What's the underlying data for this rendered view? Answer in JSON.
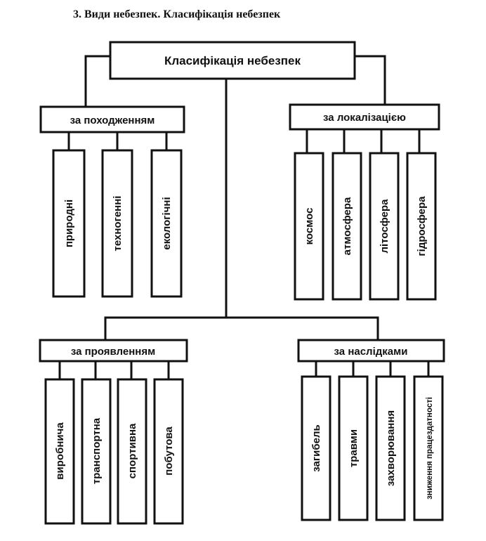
{
  "heading": "3. Види небезпек. Класифікація небезпек",
  "root": "Класифікація небезпек",
  "groups": [
    {
      "label": "за походженням",
      "items": [
        "природні",
        "техногенні",
        "екологічні"
      ]
    },
    {
      "label": "за локалізацією",
      "items": [
        "космос",
        "атмосфера",
        "літосфера",
        "гідросфера"
      ]
    },
    {
      "label": "за проявленням",
      "items": [
        "виробнича",
        "транспортна",
        "спортивна",
        "побутова"
      ]
    },
    {
      "label": "за наслідками",
      "items": [
        "загибель",
        "травми",
        "захворювання",
        "зниження працездатності"
      ]
    }
  ]
}
